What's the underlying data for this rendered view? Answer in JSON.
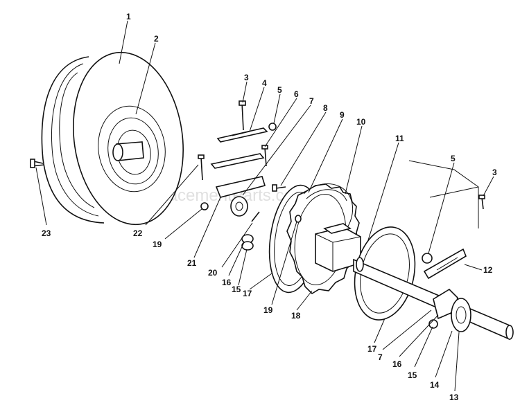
{
  "watermark": "eReplacementParts.com",
  "callouts": [
    {
      "id": "c1",
      "text": "1"
    },
    {
      "id": "c2",
      "text": "2"
    },
    {
      "id": "c3a",
      "text": "3"
    },
    {
      "id": "c4",
      "text": "4"
    },
    {
      "id": "c5a",
      "text": "5"
    },
    {
      "id": "c6",
      "text": "6"
    },
    {
      "id": "c7a",
      "text": "7"
    },
    {
      "id": "c8",
      "text": "8"
    },
    {
      "id": "c9",
      "text": "9"
    },
    {
      "id": "c10",
      "text": "10"
    },
    {
      "id": "c11",
      "text": "11"
    },
    {
      "id": "c5b",
      "text": "5"
    },
    {
      "id": "c3b",
      "text": "3"
    },
    {
      "id": "c12",
      "text": "12"
    },
    {
      "id": "c23",
      "text": "23"
    },
    {
      "id": "c22",
      "text": "22"
    },
    {
      "id": "c19a",
      "text": "19"
    },
    {
      "id": "c21",
      "text": "21"
    },
    {
      "id": "c20",
      "text": "20"
    },
    {
      "id": "c16a",
      "text": "16"
    },
    {
      "id": "c15a",
      "text": "15"
    },
    {
      "id": "c17a",
      "text": "17"
    },
    {
      "id": "c19b",
      "text": "19"
    },
    {
      "id": "c18",
      "text": "18"
    },
    {
      "id": "c17b",
      "text": "17"
    },
    {
      "id": "c7b",
      "text": "7"
    },
    {
      "id": "c16b",
      "text": "16"
    },
    {
      "id": "c15b",
      "text": "15"
    },
    {
      "id": "c14",
      "text": "14"
    },
    {
      "id": "c13",
      "text": "13"
    }
  ]
}
